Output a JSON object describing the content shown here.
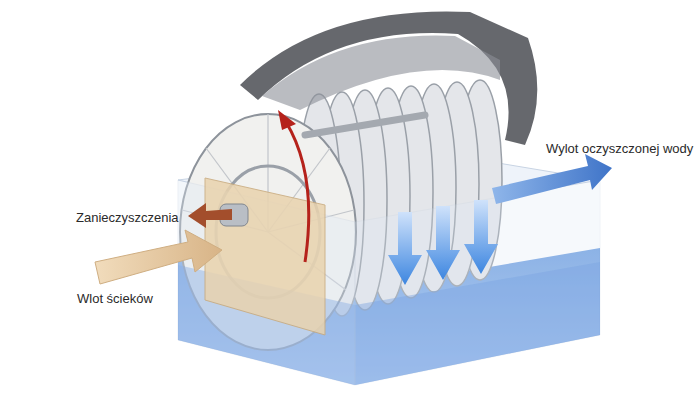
{
  "diagram": {
    "labels": [
      "Wylot oczyszczonej wody",
      "Zanieczyszczenia",
      "Wlot ścieków"
    ]
  }
}
